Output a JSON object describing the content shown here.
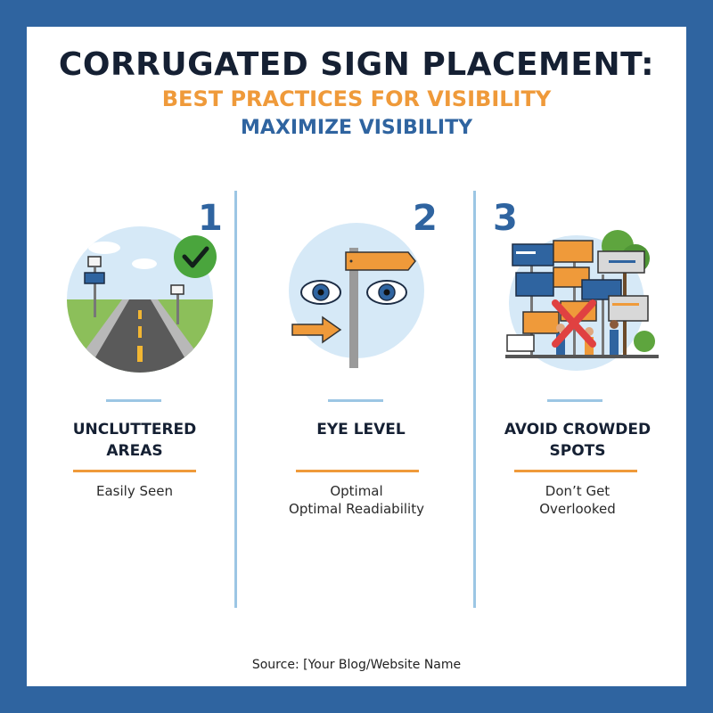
{
  "header": {
    "title": "CORRUGATED SIGN PLACEMENT:",
    "subtitle": "BEST PRACTICES FOR VISIBILITY",
    "tagline": "MAXIMIZE VISIBILITY"
  },
  "steps": [
    {
      "number": "1",
      "heading_line1": "UNCLUTTERED",
      "heading_line2": "AREAS",
      "body_line1": "Easily Seen",
      "body_line2": "",
      "icon": "road-with-signs-checkmark-icon"
    },
    {
      "number": "2",
      "heading_line1": "EYE LEVEL",
      "heading_line2": "",
      "body_line1": "Optimal",
      "body_line2": "Optimal Readiability",
      "icon": "eyes-signpost-icon"
    },
    {
      "number": "3",
      "heading_line1": "AVOID CROWDED",
      "heading_line2": "SPOTS",
      "body_line1": "Don’t Get",
      "body_line2": "Overlooked",
      "icon": "crowded-signs-x-icon"
    }
  ],
  "footer": {
    "source": "Source: [Your Blog/Website Name"
  },
  "colors": {
    "frame": "#2f64a0",
    "accent_orange": "#ef9a3a",
    "accent_blue": "#2f64a0",
    "light_blue": "#9cc6e4",
    "text_dark": "#152033"
  }
}
